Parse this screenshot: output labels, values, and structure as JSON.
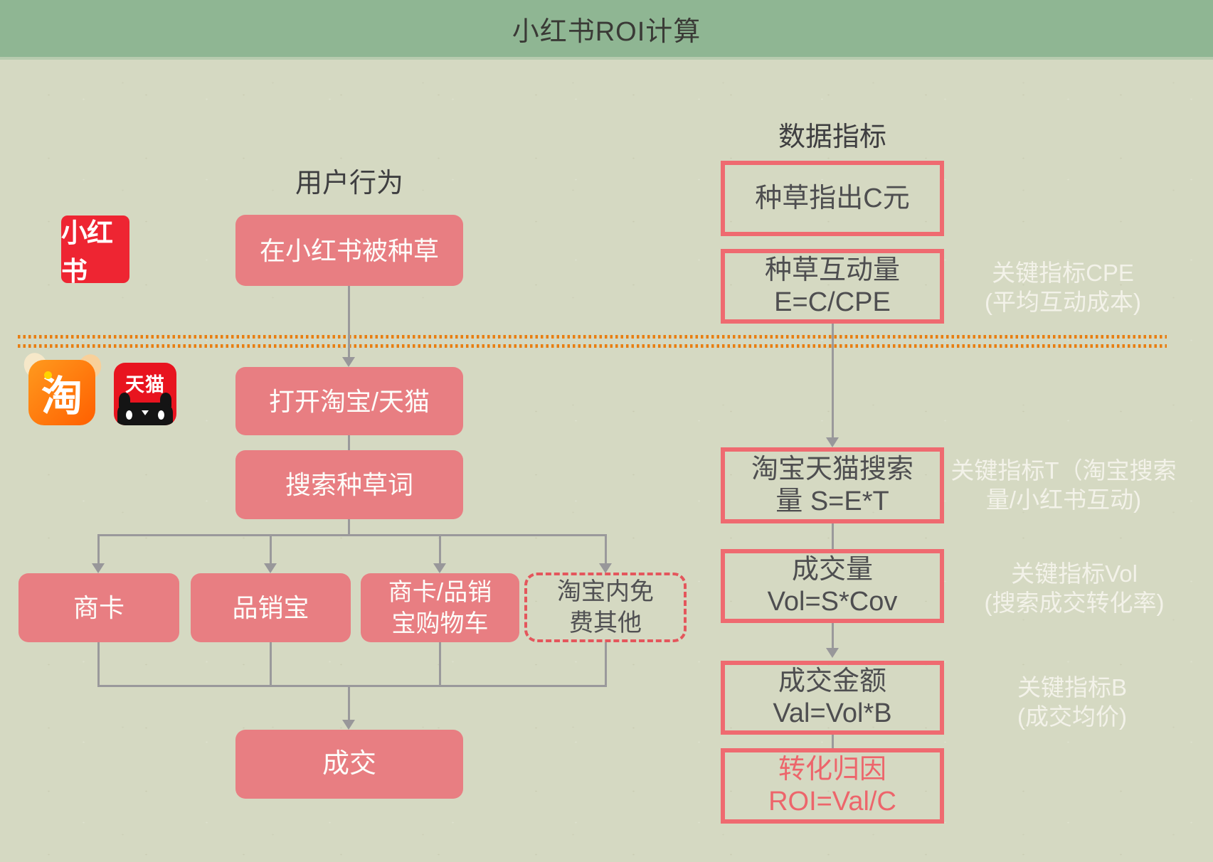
{
  "title": "小红书ROI计算",
  "left": {
    "header": "用户行为",
    "steps": [
      "在小红书被种草",
      "打开淘宝/天猫",
      "搜索种草词"
    ],
    "channels": [
      {
        "lines": [
          "商卡"
        ]
      },
      {
        "lines": [
          "品销宝"
        ]
      },
      {
        "lines": [
          "商卡/品销",
          "宝购物车"
        ]
      },
      {
        "lines": [
          "淘宝内免",
          "费其他"
        ]
      }
    ],
    "final": "成交"
  },
  "right": {
    "header": "数据指标",
    "boxes": [
      {
        "lines": [
          "种草指出C元"
        ]
      },
      {
        "lines": [
          "种草互动量",
          "E=C/CPE"
        ]
      },
      {
        "lines": [
          "淘宝天猫搜索",
          "量 S=E*T"
        ]
      },
      {
        "lines": [
          "成交量",
          "Vol=S*Cov"
        ]
      },
      {
        "lines": [
          "成交金额",
          "Val=Vol*B"
        ]
      },
      {
        "lines": [
          "转化归因",
          "ROI=Val/C"
        ]
      }
    ]
  },
  "annotations": [
    {
      "lines": [
        "关键指标CPE",
        "(平均互动成本)"
      ]
    },
    {
      "lines": [
        "关键指标T（淘宝搜索",
        "量/小红书互动)"
      ]
    },
    {
      "lines": [
        "关键指标Vol",
        "(搜索成交转化率)"
      ]
    },
    {
      "lines": [
        "关键指标B",
        "(成交均价)"
      ]
    }
  ],
  "logos": {
    "xiaohongshu": "小红书",
    "taobao": "淘",
    "tmall": "天猫"
  },
  "colors": {
    "background": "#d5d9c2",
    "header_green": "#8fb693",
    "box_fill": "#e87e82",
    "box_border": "#ef6a70",
    "dashed_border": "#e4565c",
    "dot_orange": "#e87e12",
    "connector_gray": "#9a999b",
    "note_white": "#f3f2e9",
    "roi_text": "#ed656b"
  }
}
